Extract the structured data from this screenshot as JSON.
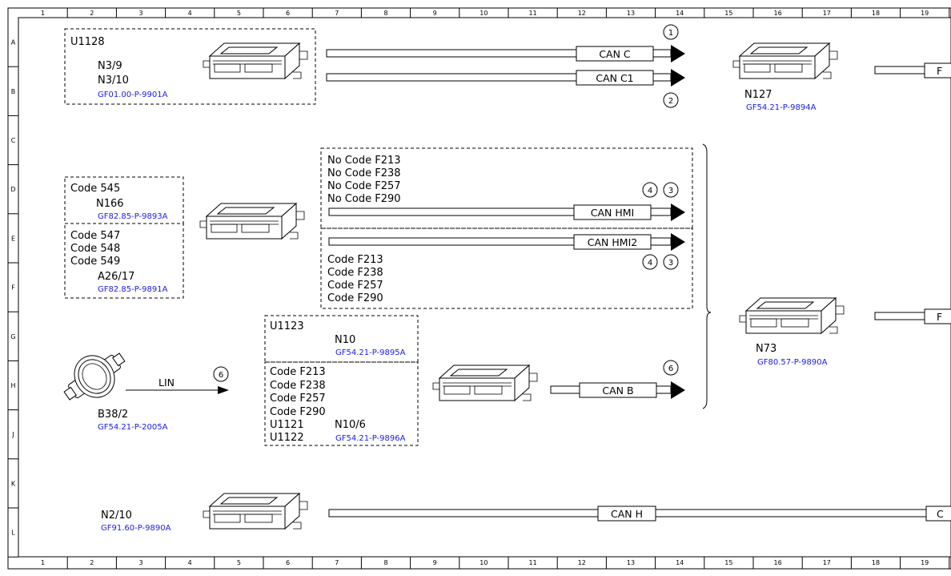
{
  "grid": {
    "cols": [
      "1",
      "2",
      "3",
      "4",
      "5",
      "6",
      "7",
      "8",
      "9",
      "10",
      "11",
      "12",
      "13",
      "14",
      "15",
      "16",
      "17",
      "18",
      "19"
    ],
    "rows": [
      "A",
      "B",
      "C",
      "D",
      "E",
      "F",
      "G",
      "H",
      "J",
      "K",
      "L"
    ]
  },
  "box_u1128": {
    "title": "U1128",
    "line1": "N3/9",
    "line2": "N3/10",
    "ref": "GF01.00-P-9901A"
  },
  "bus_can_c": {
    "label": "CAN C",
    "circle": "1"
  },
  "bus_can_c1": {
    "label": "CAN C1",
    "circle": "2"
  },
  "module_n127": {
    "name": "N127",
    "ref": "GF54.21-P-9894A",
    "tail": "F"
  },
  "box_code545": {
    "line1": "Code 545",
    "name": "N166",
    "ref": "GF82.85-P-9893A"
  },
  "box_code547": {
    "line1": "Code 547",
    "line2": "Code 548",
    "line3": "Code 549",
    "name": "A26/17",
    "ref": "GF82.85-P-9891A"
  },
  "hmi_group": {
    "nocodes": [
      "No Code F213",
      "No Code F238",
      "No Code F257",
      "No Code F290"
    ],
    "codes": [
      "Code F213",
      "Code F238",
      "Code F257",
      "Code F290"
    ],
    "bus_hmi": "CAN HMI",
    "bus_hmi2": "CAN HMI2",
    "circles_top": [
      "4",
      "3"
    ],
    "circles_bottom": [
      "4",
      "3"
    ]
  },
  "module_n73": {
    "name": "N73",
    "ref": "GF80.57-P-9890A",
    "tail": "F"
  },
  "box_u1123": {
    "title": "U1123",
    "name": "N10",
    "ref": "GF54.21-P-9895A"
  },
  "box_n10_6": {
    "codes": [
      "Code F213",
      "Code F238",
      "Code F257",
      "Code F290",
      "U1121",
      "U1122"
    ],
    "name": "N10/6",
    "ref": "GF54.21-P-9896A"
  },
  "sensor_b38_2": {
    "name": "B38/2",
    "ref": "GF54.21-P-2005A"
  },
  "bus_lin": {
    "label": "LIN",
    "circle": "6"
  },
  "bus_can_b": {
    "label": "CAN B",
    "circle": "6"
  },
  "module_n2_10": {
    "name": "N2/10",
    "ref": "GF91.60-P-9890A"
  },
  "bus_can_h": {
    "label": "CAN H",
    "tail": "C"
  }
}
